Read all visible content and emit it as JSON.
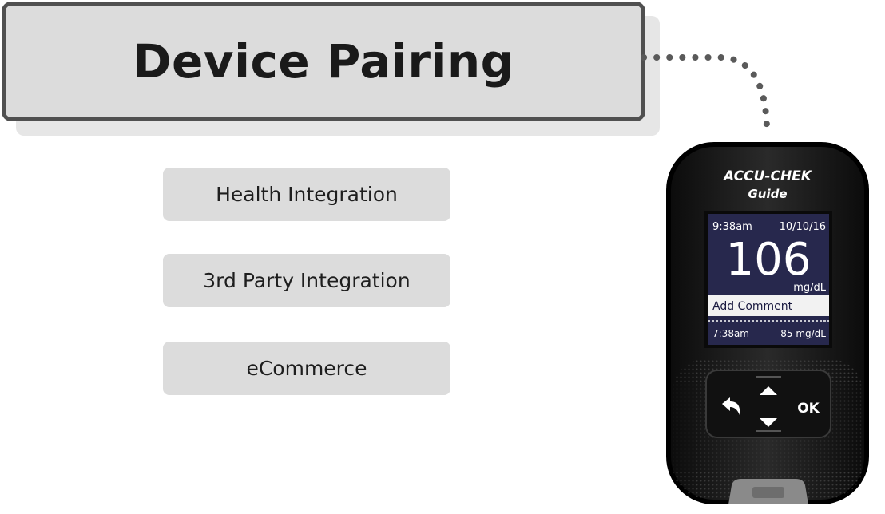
{
  "header": {
    "title": "Device Pairing"
  },
  "menu": {
    "items": [
      {
        "label": "Health Integration"
      },
      {
        "label": "3rd Party Integration"
      },
      {
        "label": "eCommerce"
      }
    ]
  },
  "device": {
    "brand": "ACCU-CHEK",
    "model": "Guide",
    "screen": {
      "time": "9:38am",
      "date": "10/10/16",
      "reading": "106",
      "unit": "mg/dL",
      "action": "Add Comment",
      "previous_time": "7:38am",
      "previous_reading": "85 mg/dL"
    },
    "buttons": {
      "ok_label": "OK"
    }
  },
  "colors": {
    "title_border": "#505050",
    "box_fill": "#dcdcdc",
    "screen_bg": "#27284d",
    "device_body": "#1c1c1c"
  }
}
